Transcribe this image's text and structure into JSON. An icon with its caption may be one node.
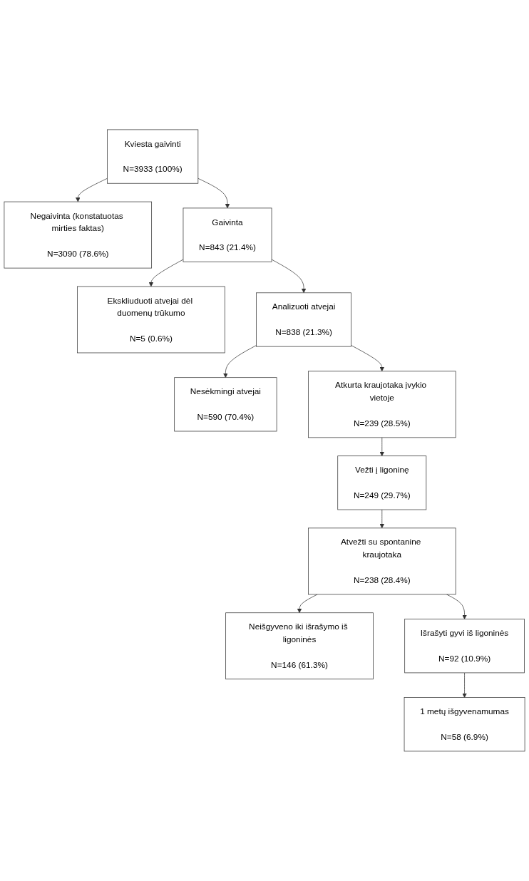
{
  "diagram": {
    "nodes": [
      {
        "text": [
          "Kviesta gaivinti",
          "N=3933 (100%)"
        ]
      },
      {
        "text": [
          "Negaivinta (konstatuotas mirties faktas)",
          "N=3090 (78.6%)"
        ]
      },
      {
        "text": [
          "Gaivinta",
          "N=843 (21.4%)"
        ]
      },
      {
        "text": [
          "Ekskliuduoti atvejai dėl duomenų trūkumo",
          "N=5 (0.6%)"
        ]
      },
      {
        "text": [
          "Analizuoti atvejai",
          "N=838 (21.3%)"
        ]
      },
      {
        "text": [
          "Nesėkmingi atvejai",
          "N=590 (70.4%)"
        ]
      },
      {
        "text": [
          "Atkurta kraujotaka įvykio vietoje",
          "N=239 (28.5%)"
        ]
      },
      {
        "text": [
          "Vežti į ligoninę",
          "N=249 (29.7%)"
        ]
      },
      {
        "text": [
          "Atvežti su spontanine kraujotaka",
          "N=238 (28.4%)"
        ]
      },
      {
        "text": [
          "Neišgyveno iki išrašymo iš ligoninės",
          "N=146 (61.3%)"
        ]
      },
      {
        "text": [
          "Išrašyti gyvi iš ligoninės",
          "N=92 (10.9%)"
        ]
      },
      {
        "text": [
          "1 metų išgyvenamumas",
          "N=58 (6.9%)"
        ]
      }
    ],
    "edges": [
      {
        "from": 0,
        "to": 1,
        "arrow": "to"
      },
      {
        "from": 0,
        "to": 2,
        "arrow": "to"
      },
      {
        "from": 2,
        "to": 3,
        "arrow": "to"
      },
      {
        "from": 2,
        "to": 4,
        "arrow": "to"
      },
      {
        "from": 4,
        "to": 5,
        "arrow": "to"
      },
      {
        "from": 4,
        "to": 6,
        "arrow": "to"
      },
      {
        "from": 6,
        "to": 7,
        "arrow": "to"
      },
      {
        "from": 7,
        "to": 8,
        "arrow": "to"
      },
      {
        "from": 8,
        "to": 9,
        "arrow": "to"
      },
      {
        "from": 8,
        "to": 10,
        "arrow": "to"
      },
      {
        "from": 10,
        "to": 11,
        "arrow": "to"
      }
    ]
  }
}
